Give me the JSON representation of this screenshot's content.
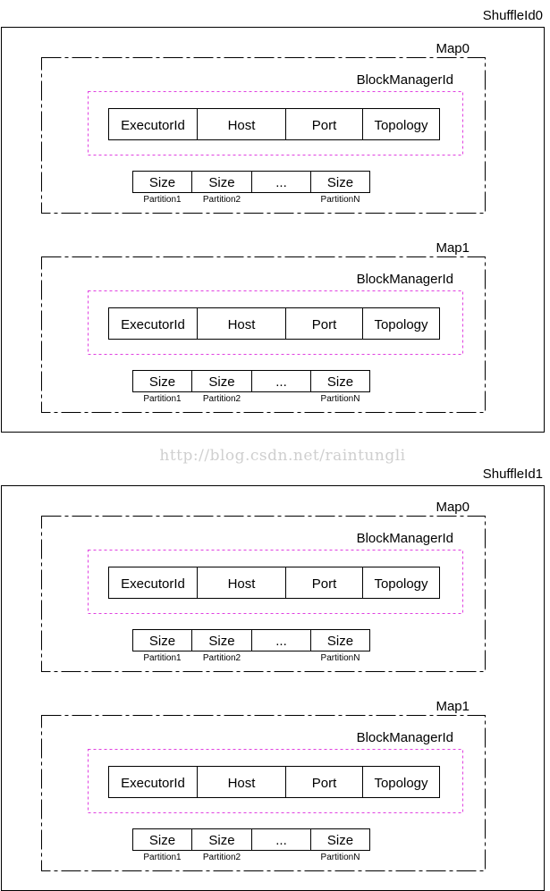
{
  "watermark": "http://blog.csdn.net/raintungli",
  "shuffles": [
    {
      "label": "ShuffleId0",
      "maps": [
        {
          "label": "Map0",
          "block_manager_label": "BlockManagerId",
          "block_fields": [
            "ExecutorId",
            "Host",
            "Port",
            "Topology"
          ],
          "sizes": [
            "Size",
            "Size",
            "...",
            "Size"
          ],
          "partitions": [
            "Partition1",
            "Partition2",
            "",
            "PartitionN"
          ]
        },
        {
          "label": "Map1",
          "block_manager_label": "BlockManagerId",
          "block_fields": [
            "ExecutorId",
            "Host",
            "Port",
            "Topology"
          ],
          "sizes": [
            "Size",
            "Size",
            "...",
            "Size"
          ],
          "partitions": [
            "Partition1",
            "Partition2",
            "",
            "PartitionN"
          ]
        }
      ]
    },
    {
      "label": "ShuffleId1",
      "maps": [
        {
          "label": "Map0",
          "block_manager_label": "BlockManagerId",
          "block_fields": [
            "ExecutorId",
            "Host",
            "Port",
            "Topology"
          ],
          "sizes": [
            "Size",
            "Size",
            "...",
            "Size"
          ],
          "partitions": [
            "Partition1",
            "Partition2",
            "",
            "PartitionN"
          ]
        },
        {
          "label": "Map1",
          "block_manager_label": "BlockManagerId",
          "block_fields": [
            "ExecutorId",
            "Host",
            "Port",
            "Topology"
          ],
          "sizes": [
            "Size",
            "Size",
            "...",
            "Size"
          ],
          "partitions": [
            "Partition1",
            "Partition2",
            "",
            "PartitionN"
          ]
        }
      ]
    }
  ],
  "colors": {
    "line": "#000000",
    "block_manager_border": "#e040e0",
    "watermark": "#cfcfcf"
  }
}
